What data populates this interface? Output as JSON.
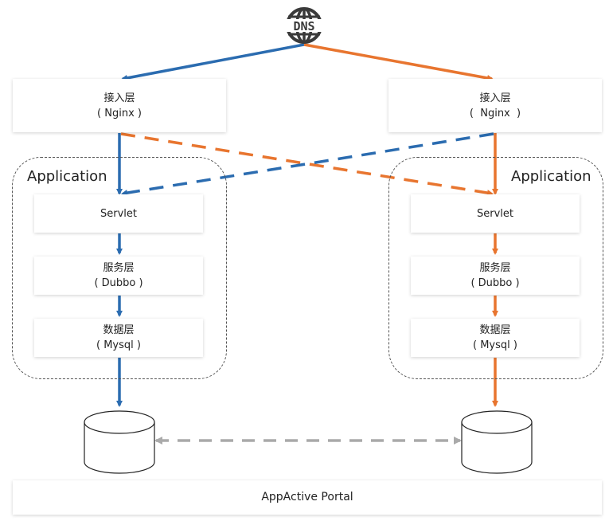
{
  "colors": {
    "left_flow": "#2B6CB0",
    "right_flow": "#E8752F",
    "sync": "#AAAAAA",
    "group_border": "#555555"
  },
  "dns": {
    "label": "DNS",
    "icon": "globe-icon"
  },
  "left": {
    "access": {
      "title": "接入层",
      "subtitle": "( Nginx )"
    },
    "group_label": "Application",
    "servlet": {
      "title": "Servlet"
    },
    "service": {
      "title": "服务层",
      "subtitle": "( Dubbo )"
    },
    "data": {
      "title": "数据层",
      "subtitle": "( Mysql )"
    },
    "database": {
      "icon": "database-icon"
    }
  },
  "right": {
    "access": {
      "title": "接入层",
      "subtitle": "(  Nginx  )"
    },
    "group_label": "Application",
    "servlet": {
      "title": "Servlet"
    },
    "service": {
      "title": "服务层",
      "subtitle": "( Dubbo )"
    },
    "data": {
      "title": "数据层",
      "subtitle": "( Mysql )"
    },
    "database": {
      "icon": "database-icon"
    }
  },
  "portal": {
    "label": "AppActive Portal"
  }
}
